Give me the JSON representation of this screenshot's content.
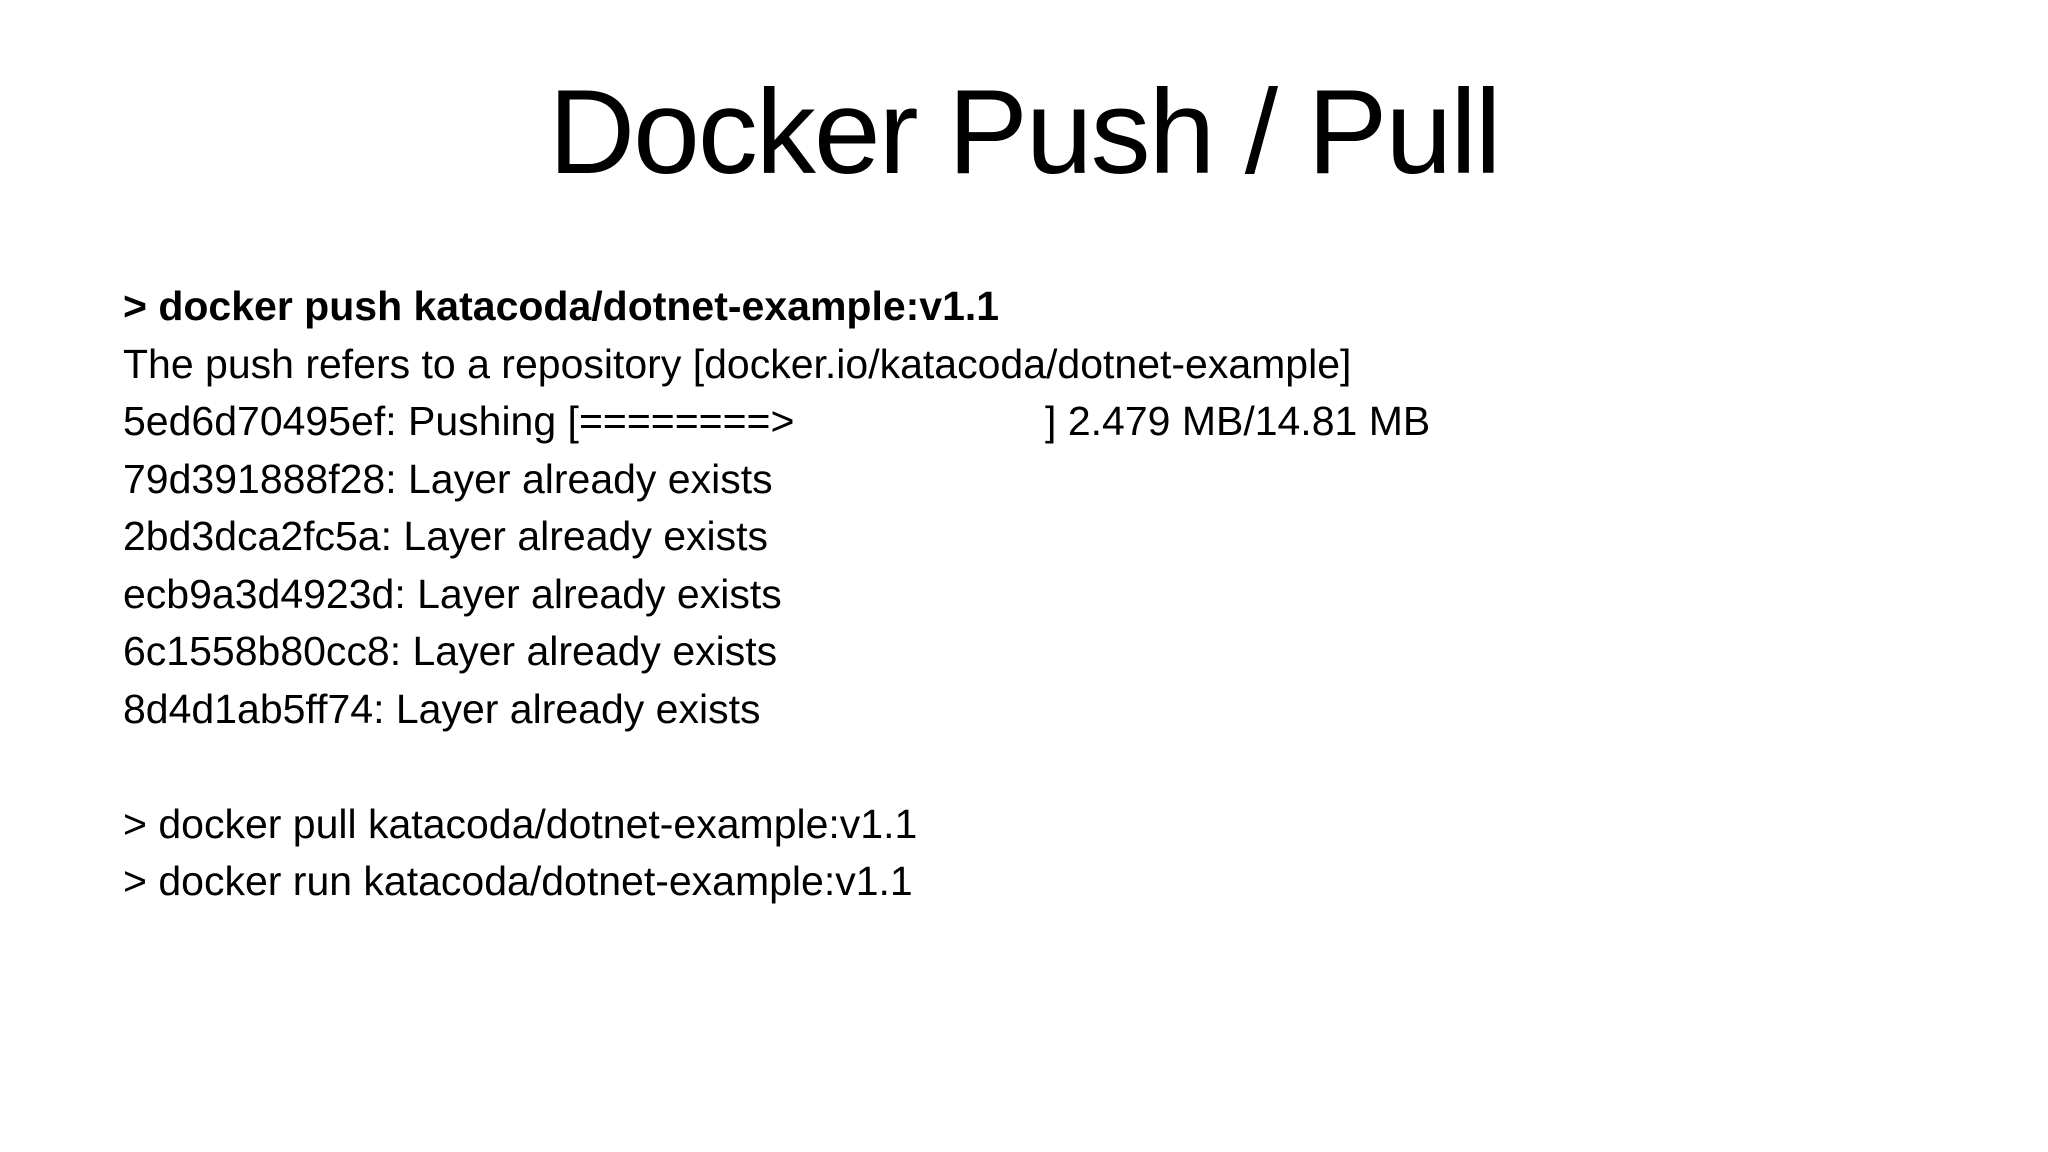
{
  "slide": {
    "title": "Docker Push / Pull",
    "colors": {
      "background": "#ffffff",
      "text": "#000000"
    },
    "terminal": {
      "lines": [
        "> docker push katacoda/dotnet-example:v1.1",
        "The push refers to a repository [docker.io/katacoda/dotnet-example]",
        "5ed6d70495ef: Pushing [========>                      ] 2.479 MB/14.81 MB",
        "79d391888f28: Layer already exists",
        "2bd3dca2fc5a: Layer already exists",
        "ecb9a3d4923d: Layer already exists",
        "6c1558b80cc8: Layer already exists",
        "8d4d1ab5ff74: Layer already exists",
        "",
        "> docker pull katacoda/dotnet-example:v1.1",
        "> docker run katacoda/dotnet-example:v1.1"
      ]
    }
  }
}
